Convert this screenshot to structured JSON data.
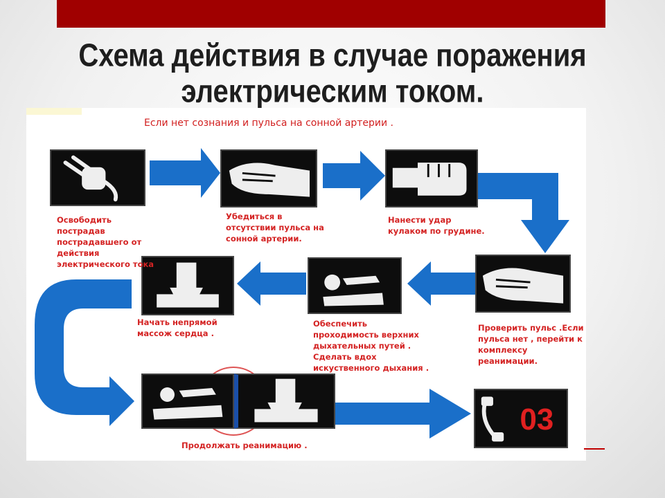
{
  "slide": {
    "title_line1": "Схема действия  в случае поражения",
    "title_line2": "электрическим током.",
    "header": "Если нет сознания и пульса  на сонной артерии .",
    "accent_color": "#a00000",
    "arrow_color": "#1a6fc9"
  },
  "steps": [
    {
      "icon": "unplug-icon",
      "label": "Освободить\nпострадав\nпострадавшего от\nдействия\nэлектрического тока"
    },
    {
      "icon": "pulse-check-icon",
      "label": "Убедиться в\nотсутствии пульса на\nсонной артерии."
    },
    {
      "icon": "fist-icon",
      "label": "Нанести удар\nкулаком по грудине."
    },
    {
      "icon": "pulse-recheck-icon",
      "label": "Проверить пульс .Если\nпульса нет , перейти к\nкомплексу\nреанимации."
    },
    {
      "icon": "airway-icon",
      "label": "Обеспечить\nпроходимость  верхних\nдыхательных путей .\nСделать вдох\nискуственного дыхания ."
    },
    {
      "icon": "cpr-icon",
      "label": "Начать непрямой\nмассож сердца ."
    },
    {
      "icon": "continue-resuscitation-icon",
      "label": "Продолжать реанимацию ."
    },
    {
      "icon": "call-03-icon",
      "label": "03"
    }
  ]
}
